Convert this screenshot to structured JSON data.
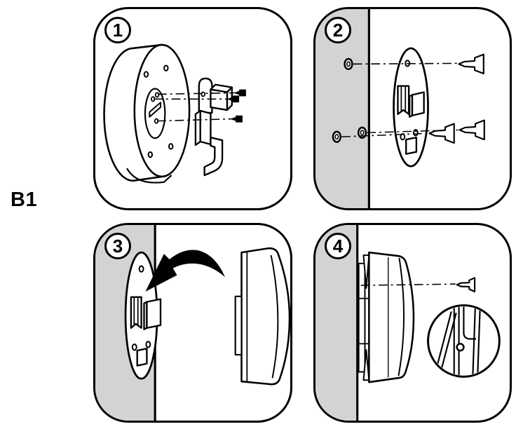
{
  "figure_label": "B1",
  "steps": [
    {
      "number": "1"
    },
    {
      "number": "2"
    },
    {
      "number": "3"
    },
    {
      "number": "4"
    }
  ],
  "colors": {
    "wall_shade": "#d3d3d3",
    "line": "#000000",
    "background": "#ffffff"
  }
}
